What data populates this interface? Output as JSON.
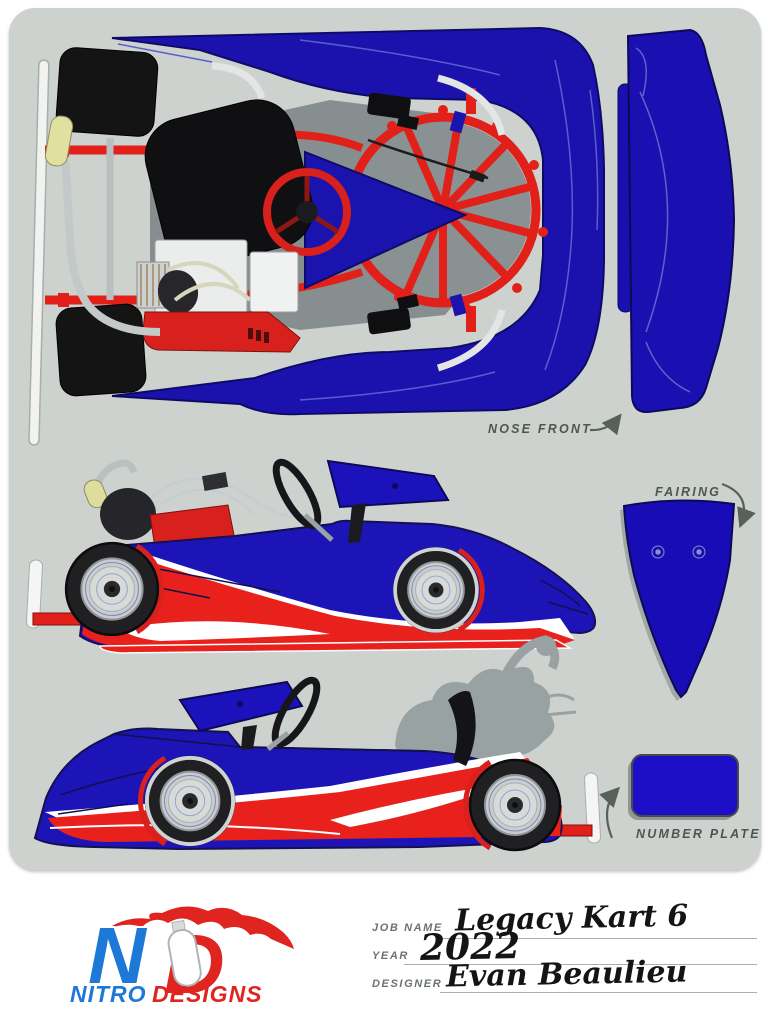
{
  "document": {
    "kind": "kart-wrap-design-proof",
    "views": [
      "top-view",
      "right-side-view",
      "left-side-view"
    ]
  },
  "callouts": {
    "nose_front": "NOSE FRONT",
    "fairing": "FAIRING",
    "number_plate": "NUMBER PLATE"
  },
  "form": {
    "fields": [
      {
        "label": "JOB NAME",
        "value": "Legacy Kart 6"
      },
      {
        "label": "YEAR",
        "value": "2022"
      },
      {
        "label": "DESIGNER",
        "value": "Evan Beaulieu"
      }
    ]
  },
  "logo": {
    "letter_n": "N",
    "letter_d": "D",
    "word_1": "NITRO",
    "word_2": "DESIGNS"
  },
  "colors": {
    "background_gray": "#cdd2cf",
    "body_blue": "#1b12ad",
    "livery_red": "#e8211d",
    "chassis_red": "#e02019",
    "logo_blue": "#1e79d6",
    "logo_red": "#e02420",
    "label_gray": "#4e5652"
  }
}
